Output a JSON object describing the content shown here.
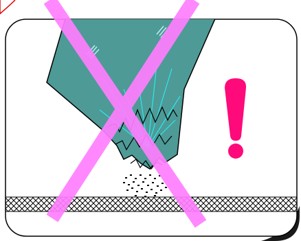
{
  "illustration": {
    "subject": "broken-glass-pane-on-floor",
    "warning_symbol": "exclamation-mark",
    "prohibition_symbol": "cross-out"
  },
  "colors": {
    "background": "#ffffff",
    "frame_outline": "#000000",
    "shadow": "#1a1a1a",
    "glass_fill": "#4e9a96",
    "glass_outline": "#000000",
    "glass_highlight": "#b8f0f0",
    "crack_lines": "#2ee6f0",
    "debris": "#000000",
    "floor_hatch": "#000000",
    "cross_out": "#ff7eff",
    "exclamation": "#ff0a7a",
    "corner_mark": "#e00000"
  }
}
